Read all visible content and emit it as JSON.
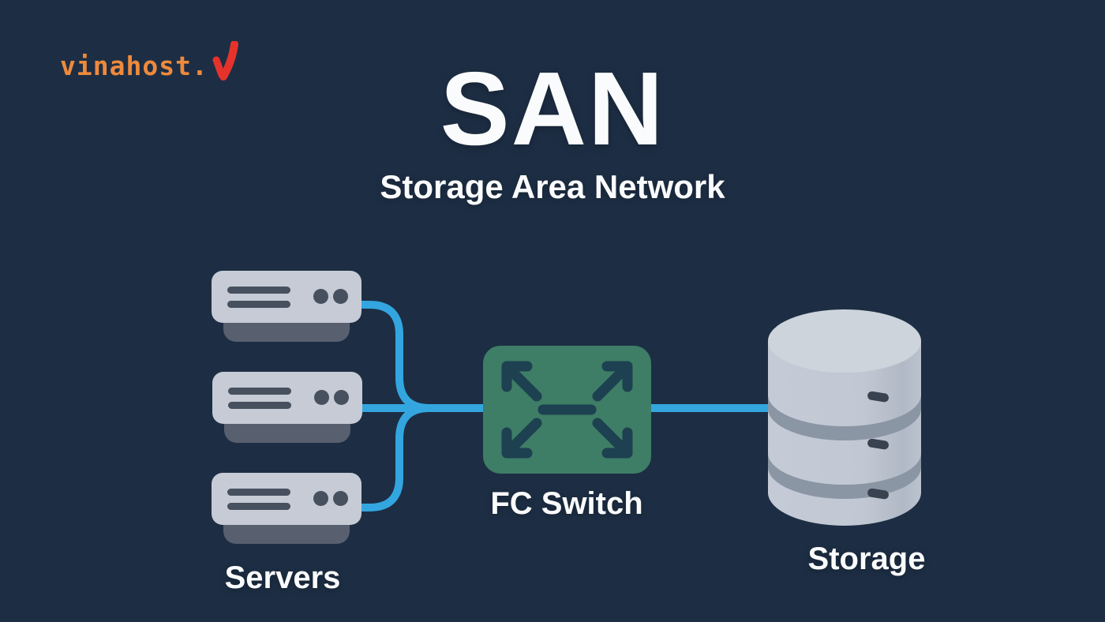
{
  "page": {
    "background_color": "#1d2e44",
    "accent_blue": "#33a6e0",
    "text_color": "#fafbfc"
  },
  "logo": {
    "text": "vinahost.",
    "text_color": "#ee8a3c",
    "check_color": "#e5332c"
  },
  "header": {
    "title": "SAN",
    "subtitle": "Storage Area Network"
  },
  "diagram": {
    "servers": {
      "label": "Servers",
      "count": 3,
      "body_color": "#c6cbd5",
      "detail_color": "#46505f",
      "shadow_color": "#58606f"
    },
    "fc_switch": {
      "label": "FC Switch",
      "box_color": "#3e7d66",
      "icon": "expand-arrows-icon",
      "icon_color": "#1d4150"
    },
    "storage": {
      "label": "Storage",
      "top_color": "#ced4dc",
      "body_color": "#c2c8d3",
      "band_color": "#8b96a4",
      "slot_color": "#39424f"
    },
    "connections": {
      "color": "#33a6e0",
      "edges": [
        "server-1 to fc-switch",
        "server-2 to fc-switch",
        "server-3 to fc-switch",
        "fc-switch to storage"
      ]
    }
  }
}
